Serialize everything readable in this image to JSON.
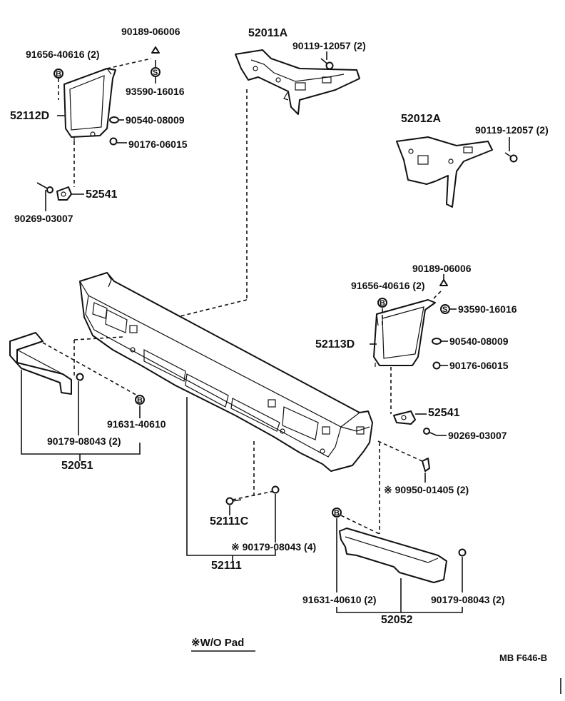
{
  "labels": {
    "p90189_left": "90189-06006",
    "p91656_left": "91656-40616 (2)",
    "p93590_left": "93590-16016",
    "p52112D": "52112D",
    "p90540_left": "90540-08009",
    "p90176_left": "90176-06015",
    "p52541_left": "52541",
    "p90269_left": "90269-03007",
    "p52011A": "52011A",
    "p90119_top": "90119-12057 (2)",
    "p52012A": "52012A",
    "p90119_right": "90119-12057 (2)",
    "p90189_right": "90189-06006",
    "p91656_right": "91656-40616 (2)",
    "p93590_right": "93590-16016",
    "p52113D": "52113D",
    "p90540_right": "90540-08009",
    "p90176_right": "90176-06015",
    "p52541_right": "52541",
    "p90269_right": "90269-03007",
    "p91631_left": "91631-40610",
    "p90179_left": "90179-08043 (2)",
    "p52051": "52051",
    "p90950": "※ 90950-01405 (2)",
    "p52111C": "52111C",
    "p90179_mid": "※ 90179-08043 (4)",
    "p52111": "52111",
    "p91631_right": "91631-40610 (2)",
    "p90179_right": "90179-08043 (2)",
    "p52052": "52052",
    "note": "※W/O Pad",
    "code": "MB  F646-B"
  },
  "symbols": {
    "bolt_letter": "B",
    "stud_letter": "S"
  }
}
